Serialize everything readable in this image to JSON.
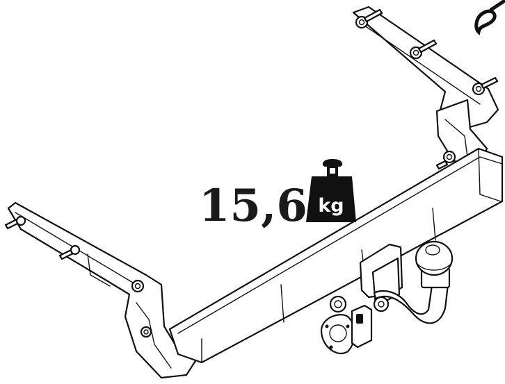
{
  "weight": {
    "value": "15,6",
    "unit": "kg"
  },
  "icons": {
    "weight": "kettlebell-weight-icon",
    "detachable": "loop-hook-icon",
    "product": "tow-bar-hitch-drawing"
  },
  "colors": {
    "line": "#111111",
    "background": "#ffffff"
  }
}
